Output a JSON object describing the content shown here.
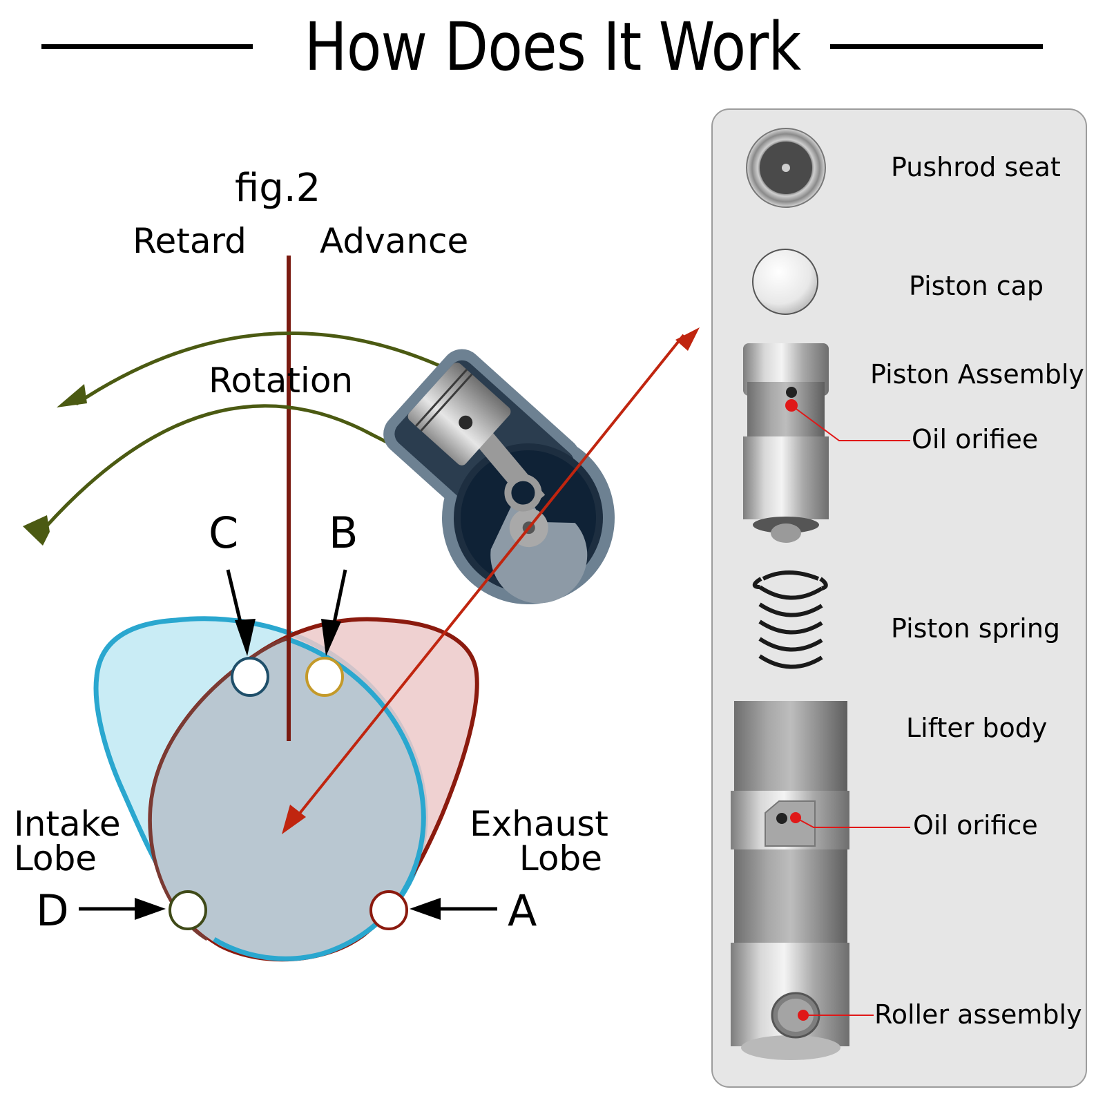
{
  "title": "How Does It Work",
  "diagram": {
    "figure_label": "fig.2",
    "retard_label": "Retard",
    "advance_label": "Advance",
    "rotation_label": "Rotation",
    "points": {
      "a": "A",
      "b": "B",
      "c": "C",
      "d": "D"
    },
    "intake_lobe": [
      "Intake",
      "Lobe"
    ],
    "exhaust_lobe": [
      "Exhaust",
      "Lobe"
    ],
    "colors": {
      "intake": "#2aa7cf",
      "intake_fill": "#c9ecf5",
      "exhaust": "#8b1a0e",
      "exhaust_fill": "#ecc9c9",
      "overlap_fill": "#b9c7d1",
      "rotation_arrow": "#4b5a12",
      "axis_line": "#7a1a10",
      "pointer_arrow": "#c0250f",
      "point_a": "#8b1a0e",
      "point_b": "#c49a2a",
      "point_c": "#1f4f6a",
      "point_d": "#3f4a18"
    }
  },
  "components": {
    "items": [
      {
        "label": "Pushrod seat"
      },
      {
        "label": "Piston cap"
      },
      {
        "label": "Piston Assembly"
      },
      {
        "label": "Oil orifiee"
      },
      {
        "label": "Piston spring"
      },
      {
        "label": "Lifter body"
      },
      {
        "label": "Oil orifice"
      },
      {
        "label": "Roller assembly"
      }
    ],
    "callout_color": "#e01818"
  }
}
